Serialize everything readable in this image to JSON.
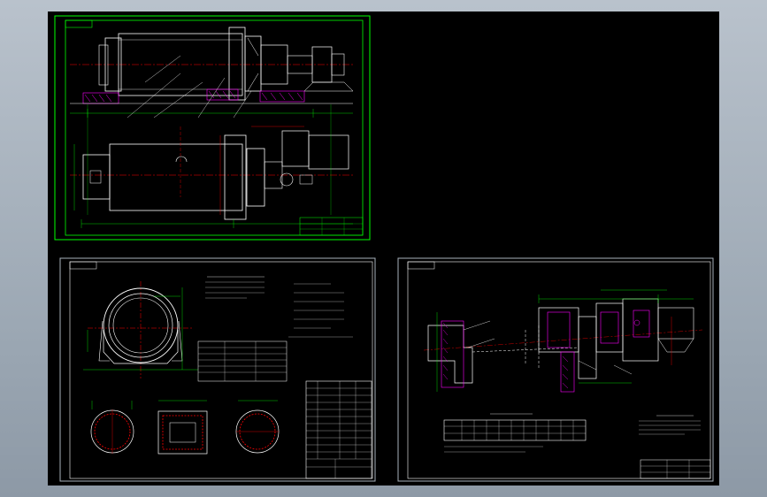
{
  "app": {
    "window_title": ""
  },
  "colors": {
    "background": "#000000",
    "sheet_border": "#00ff00",
    "geometry": "#ffffff",
    "centerline": "#ff0000",
    "dimension": "#00ff00",
    "hatch": "#ff00ff",
    "leader": "#ffffff",
    "highlight": "#ffff00",
    "frame": "#a8b2bc"
  },
  "sheets": [
    {
      "name": "assembly-drawing",
      "tag": "",
      "title_block": ""
    },
    {
      "name": "part-drawing",
      "tag": "",
      "title_block": ""
    },
    {
      "name": "schematic-drawing",
      "tag": "",
      "title_block": ""
    }
  ],
  "icons": [
    "cad-sheet-icon"
  ]
}
